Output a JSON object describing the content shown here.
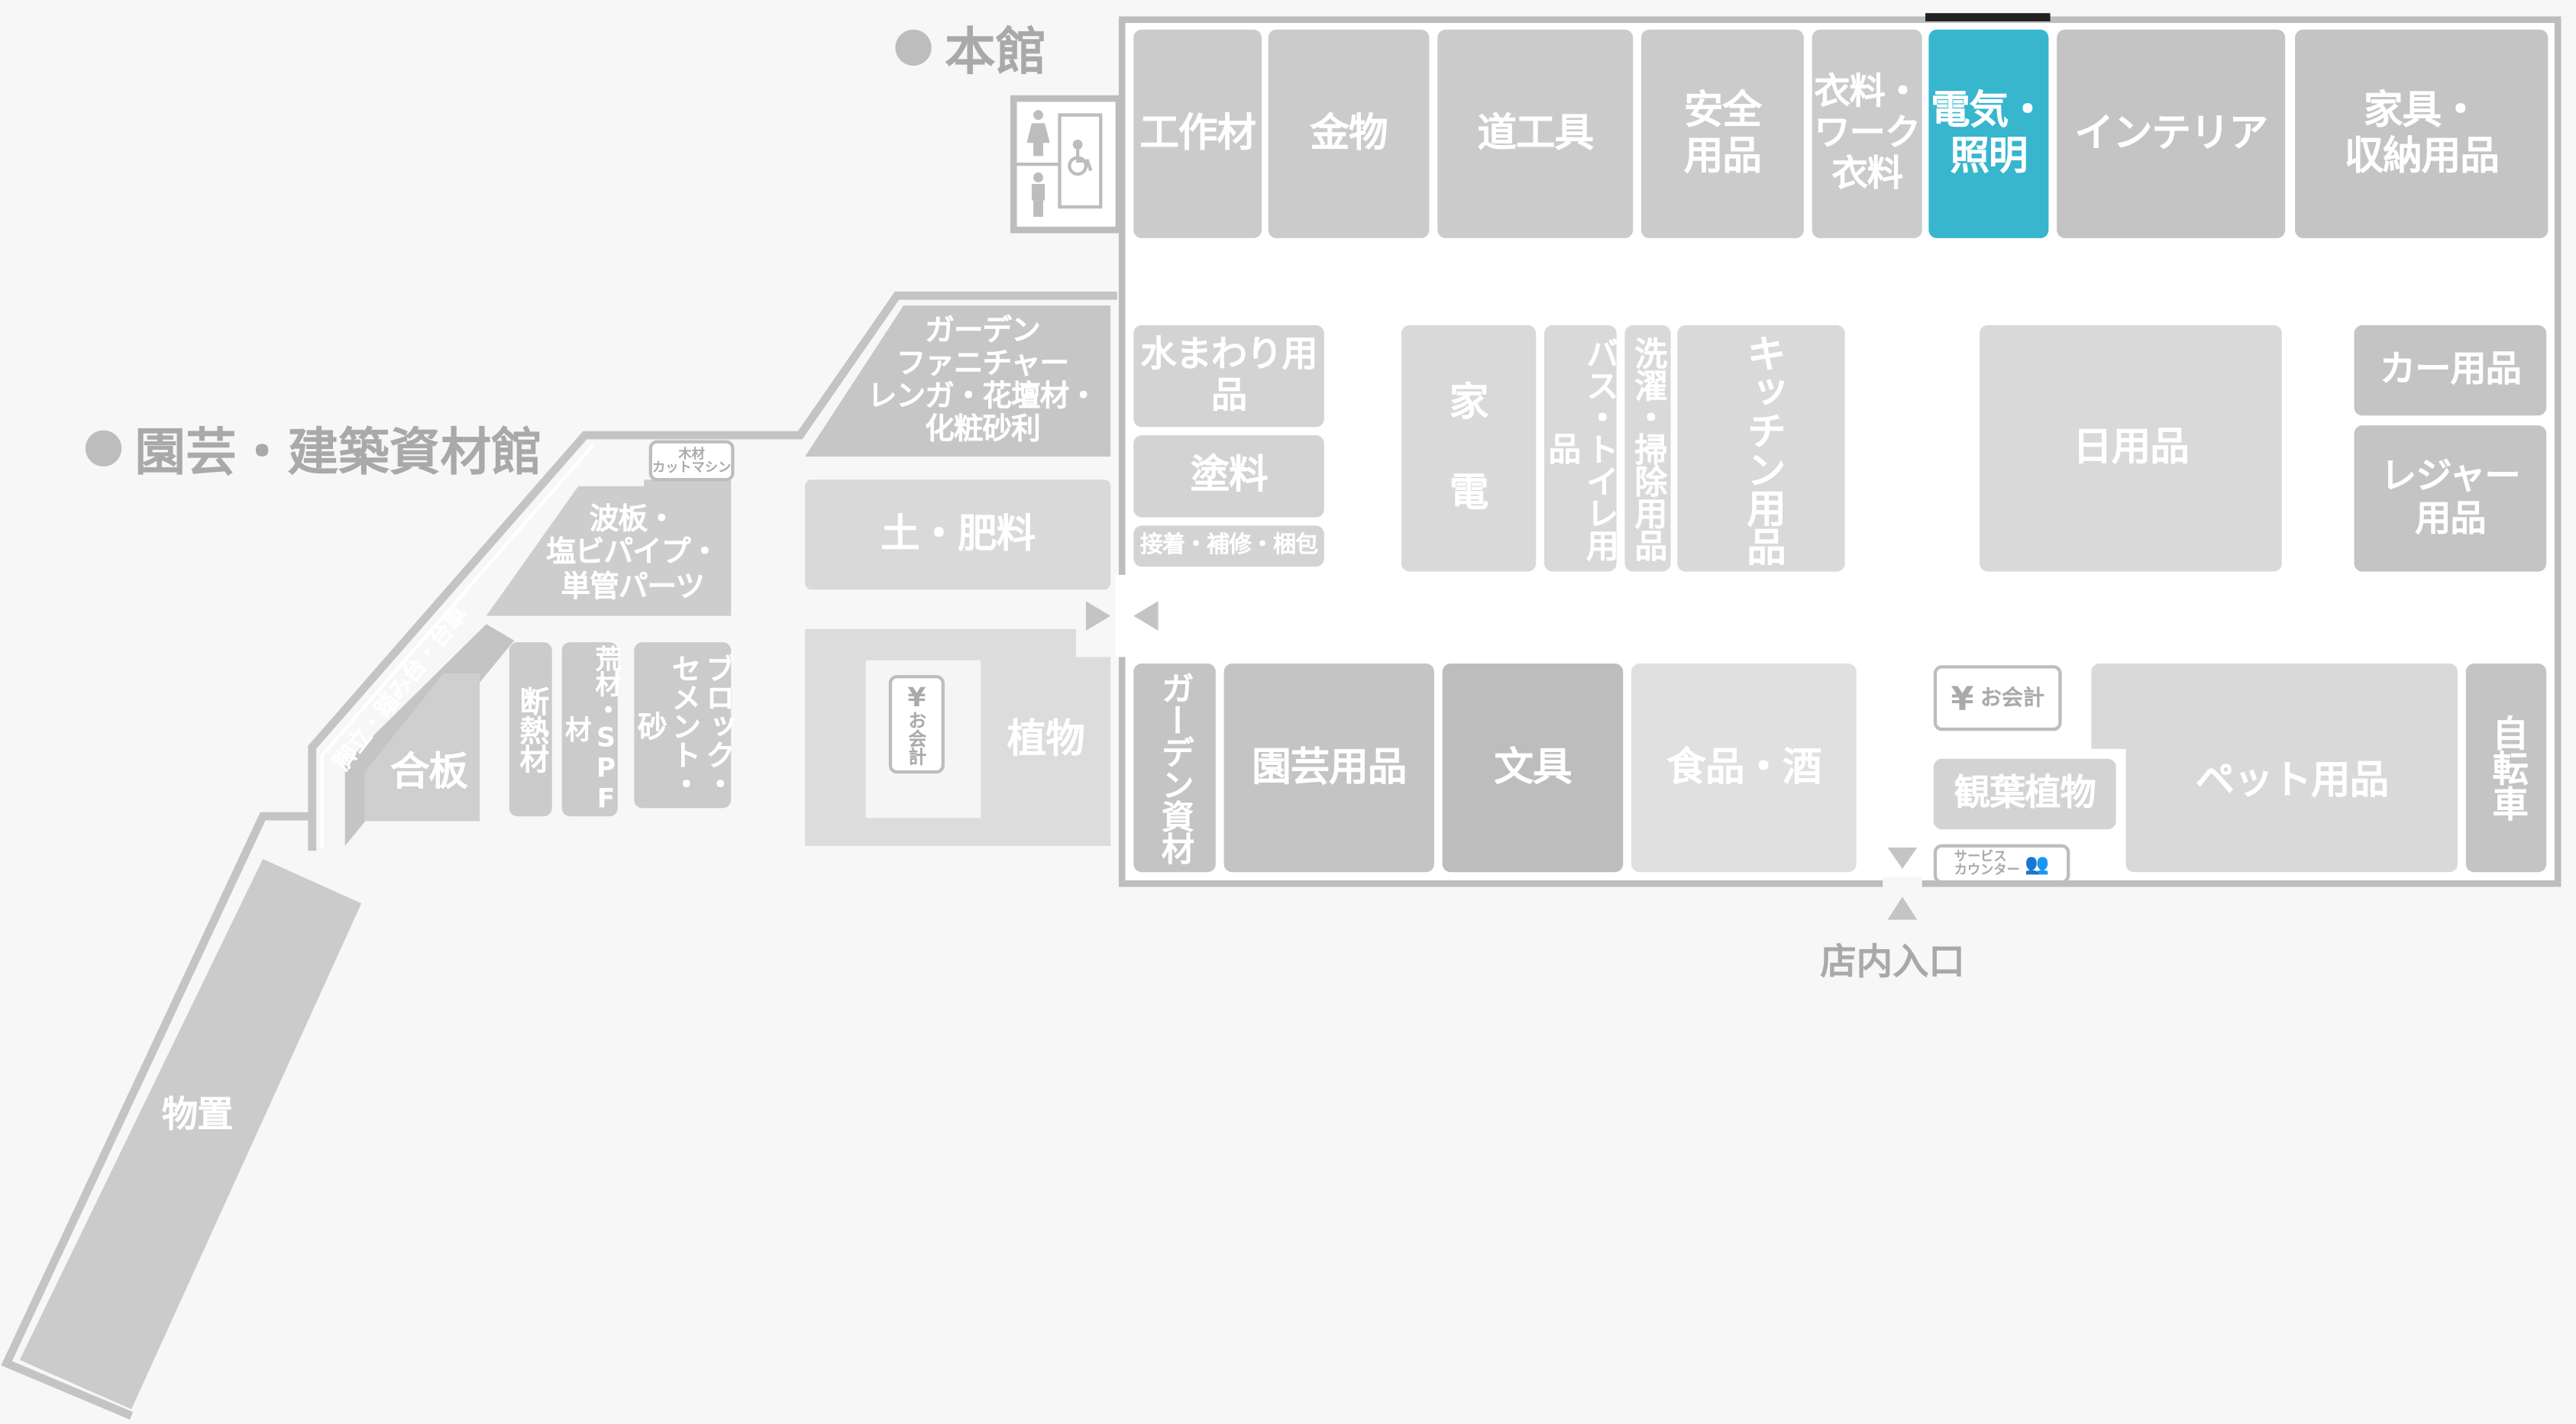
{
  "colors": {
    "highlight": "#37b6ce",
    "wall": "#bdbdbd",
    "background": "#f7f7f7"
  },
  "labels": {
    "main_building": "本館",
    "garden_building": "園芸・建築資材館",
    "entrance": "店内入口"
  },
  "main_top_row": [
    "工作材",
    "金物",
    "道工具",
    "安全\n用品",
    "衣料・\nワーク\n衣料",
    "電気・\n照明",
    "インテリア",
    "家具・\n収納用品"
  ],
  "main_middle": {
    "water": "水まわり用品",
    "paint": "塗料",
    "adhesive": "接着・補修・梱包",
    "appliance": "家\n\n電",
    "bath": "バス・トイレ用品",
    "laundry": "洗濯・掃除用品",
    "kitchen": "キッチン用品",
    "daily": "日用品",
    "car": "カー用品",
    "leisure": "レジャー\n用品"
  },
  "main_bottom": {
    "garden_material": "ガーデン資材",
    "gardening": "園芸用品",
    "stationery": "文具",
    "food": "食品・酒",
    "checkout_yen": "¥",
    "checkout": "お会計",
    "foliage": "観葉植物",
    "service": "サービス\nカウンター",
    "pet": "ペット用品",
    "bicycle": "自転車"
  },
  "garden_hall": {
    "furniture": "ガーデン\nファニチャー\nレンガ・花壇材・\n化粧砂利",
    "soil": "土・肥料",
    "plants": "植物",
    "checkout_yen": "¥",
    "checkout": "お会計",
    "wood_cut": "木材\nカットマシン",
    "corrugated": "波板・\n塩ビパイプ・\n単管パーツ",
    "ladder": "脚立・踏み台・台車",
    "plywood": "合板",
    "insulation": "断熱材",
    "lumber": "荒材・SPF材",
    "block": "ブロック・\nセメント・砂",
    "storage": "物置"
  },
  "icons": [
    "female-restroom-icon",
    "male-restroom-icon",
    "wheelchair-restroom-icon",
    "service-staff-icon",
    "arrow-icons"
  ]
}
